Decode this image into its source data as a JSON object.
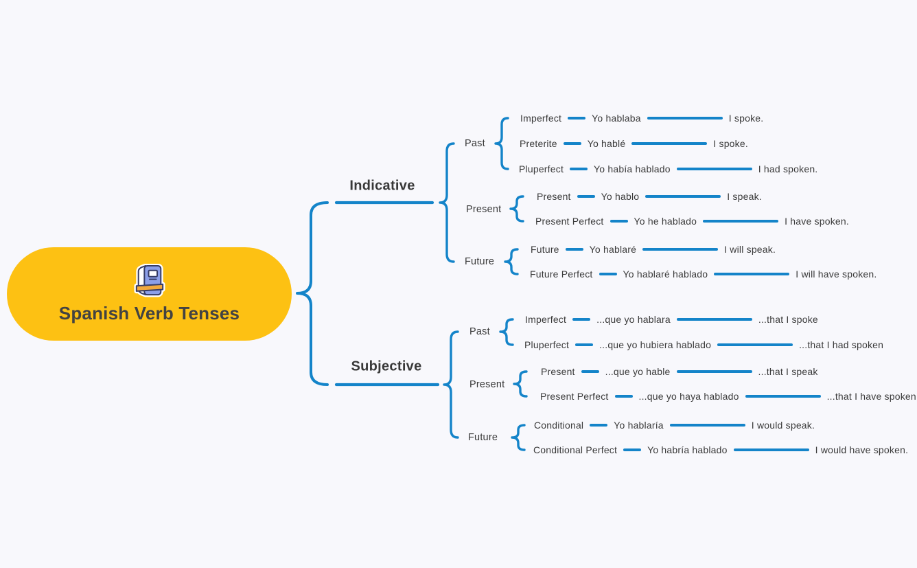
{
  "colors": {
    "background": "#f8f8fc",
    "connector": "#1484c9",
    "text": "#3a3a3a",
    "root_fill": "#fdc113",
    "root_text": "#424242"
  },
  "root": {
    "title": "Spanish Verb Tenses",
    "icon": "book-icon"
  },
  "branches": [
    {
      "label": "Indicative",
      "groups": [
        {
          "label": "Past",
          "rows": [
            {
              "tense": "Imperfect",
              "spanish": "Yo hablaba",
              "english": "I spoke."
            },
            {
              "tense": "Preterite",
              "spanish": "Yo hablé",
              "english": "I spoke."
            },
            {
              "tense": "Pluperfect",
              "spanish": "Yo había hablado",
              "english": "I had spoken."
            }
          ]
        },
        {
          "label": "Present",
          "rows": [
            {
              "tense": "Present",
              "spanish": "Yo hablo",
              "english": "I speak."
            },
            {
              "tense": "Present Perfect",
              "spanish": "Yo he hablado",
              "english": "I have spoken."
            }
          ]
        },
        {
          "label": "Future",
          "rows": [
            {
              "tense": "Future",
              "spanish": "Yo hablaré",
              "english": "I will speak."
            },
            {
              "tense": "Future Perfect",
              "spanish": "Yo hablaré hablado",
              "english": "I will have spoken."
            }
          ]
        }
      ]
    },
    {
      "label": "Subjective",
      "groups": [
        {
          "label": "Past",
          "rows": [
            {
              "tense": "Imperfect",
              "spanish": "...que yo hablara",
              "english": "...that I spoke"
            },
            {
              "tense": "Pluperfect",
              "spanish": "...que yo hubiera hablado",
              "english": "...that I had spoken"
            }
          ]
        },
        {
          "label": "Present",
          "rows": [
            {
              "tense": "Present",
              "spanish": "...que yo hable",
              "english": "...that I speak"
            },
            {
              "tense": "Present Perfect",
              "spanish": "...que yo haya hablado",
              "english": "...that I have spoken"
            }
          ]
        },
        {
          "label": "Future",
          "rows": [
            {
              "tense": "Conditional",
              "spanish": "Yo hablaría",
              "english": "I would speak."
            },
            {
              "tense": "Conditional Perfect",
              "spanish": "Yo habría hablado",
              "english": "I would have spoken."
            }
          ]
        }
      ]
    }
  ]
}
